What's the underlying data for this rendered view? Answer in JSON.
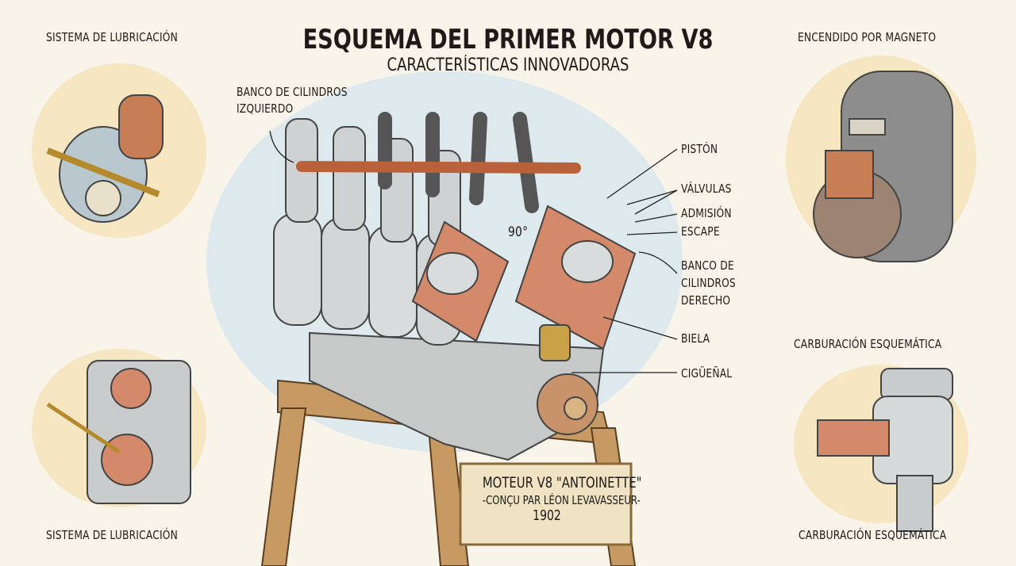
{
  "title": "ESQUEMA DEL PRIMER MOTOR V8",
  "subtitle": "CARACTERÍSTICAS INNOVADORAS",
  "corners": {
    "top_left": "SISTEMA DE LUBRICACIÓN",
    "bottom_left": "SISTEMA DE LUBRICACIÓN",
    "top_right": "ENCENDIDO POR MAGNETO",
    "mid_right": "CARBURACIÓN ESQUEMÁTICA",
    "bottom_right": "CARBURACIÓN ESQUEMÁTICA"
  },
  "labels": {
    "left_bank_1": "BANCO DE CILINDROS",
    "left_bank_2": "IZQUIERDO",
    "piston": "PISTÓN",
    "valves": "VÁLVULAS",
    "intake": "ADMISIÓN",
    "exhaust": "ESCAPE",
    "right_bank_1": "BANCO DE",
    "right_bank_2": "CILINDROS",
    "right_bank_3": "DERECHO",
    "rod": "BIELA",
    "crankshaft": "CIGÜEÑAL",
    "angle": "90°"
  },
  "plaque": {
    "line1": "MOTEUR V8 \"ANTOINETTE\"",
    "line2": "-CONÇU PAR LÉON LEVAVASSEUR-",
    "line3": "1902"
  }
}
